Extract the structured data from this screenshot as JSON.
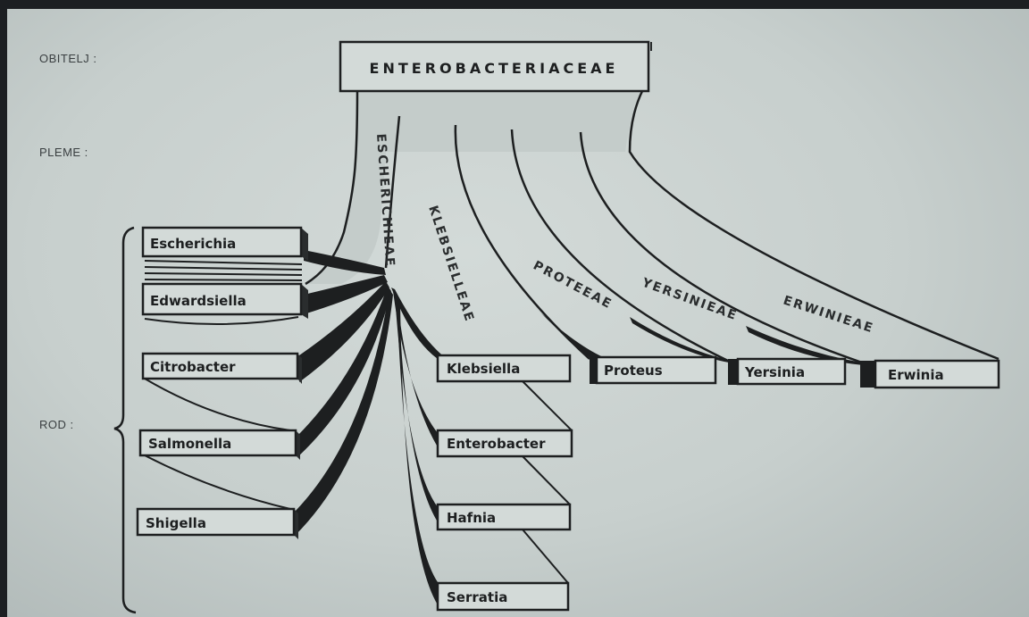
{
  "levels": {
    "family": "OBITELJ :",
    "tribe": "PLEME :",
    "genus": "ROD :"
  },
  "family_name": "ENTEROBACTERIACEAE",
  "tribes": {
    "escherichieae": "ESCHERICHIEAE",
    "klebsielleae": "KLEBSIELLEAE",
    "proteeae": "PROTEEAE",
    "yersinieae": "YERSINIEAE",
    "erwinieae": "ERWINIEAE"
  },
  "genera": {
    "escherichia": "Escherichia",
    "edwardsiella": "Edwardsiella",
    "citrobacter": "Citrobacter",
    "salmonella": "Salmonella",
    "shigella": "Shigella",
    "klebsiella": "Klebsiella",
    "enterobacter": "Enterobacter",
    "hafnia": "Hafnia",
    "serratia": "Serratia",
    "proteus": "Proteus",
    "yersinia": "Yersinia",
    "erwinia": "Erwinia"
  }
}
